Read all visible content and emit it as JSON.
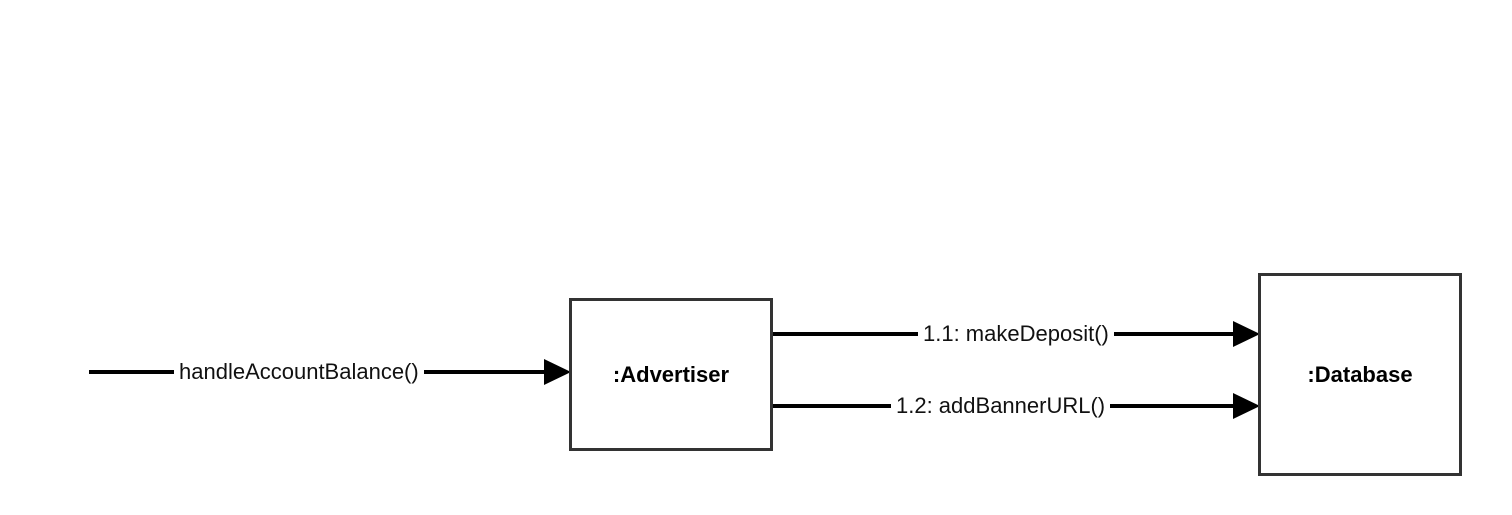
{
  "diagram": {
    "objects": [
      {
        "id": "advertiser",
        "label": ":Advertiser"
      },
      {
        "id": "database",
        "label": ":Database"
      }
    ],
    "messages": [
      {
        "id": "m0",
        "label": "handleAccountBalance()",
        "from": null,
        "to": "advertiser"
      },
      {
        "id": "m1",
        "label": "1.1: makeDeposit()",
        "from": "advertiser",
        "to": "database"
      },
      {
        "id": "m2",
        "label": "1.2: addBannerURL()",
        "from": "advertiser",
        "to": "database"
      }
    ],
    "colors": {
      "line": "#000000",
      "box_border": "#333333",
      "text": "#111111"
    }
  }
}
